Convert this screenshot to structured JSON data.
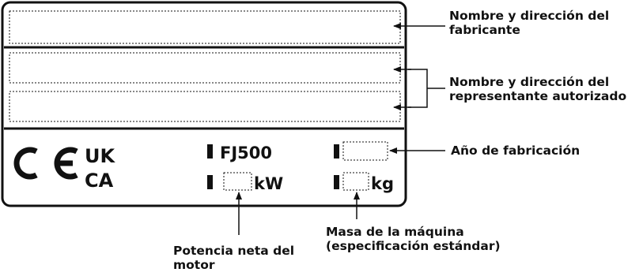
{
  "plate": {
    "model": "FJ500",
    "unit_power": "kW",
    "unit_mass": "kg",
    "mark_uk": "UK",
    "mark_ca": "CA"
  },
  "callouts": {
    "manufacturer": "Nombre y dirección del fabricante",
    "representative": "Nombre y dirección del representante autorizado",
    "year": "Año de fabricación",
    "power": "Potencia neta del motor",
    "mass": "Masa de la máquina (especificación estándar)"
  }
}
